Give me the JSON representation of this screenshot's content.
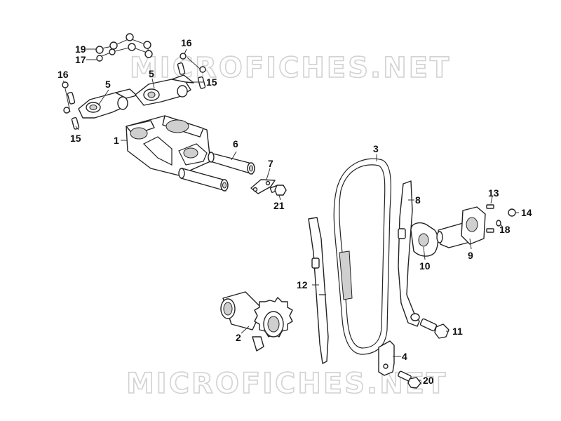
{
  "watermark": "MICROFICHES.NET",
  "callouts": {
    "c1": "1",
    "c2": "2",
    "c3": "3",
    "c4": "4",
    "c5a": "5",
    "c5b": "5",
    "c6": "6",
    "c7": "7",
    "c8": "8",
    "c9": "9",
    "c10": "10",
    "c11": "11",
    "c12": "12",
    "c13": "13",
    "c14": "14",
    "c15a": "15",
    "c15b": "15",
    "c16a": "16",
    "c16b": "16",
    "c17": "17",
    "c18": "18",
    "c19": "19",
    "c20": "20",
    "c21": "21"
  }
}
